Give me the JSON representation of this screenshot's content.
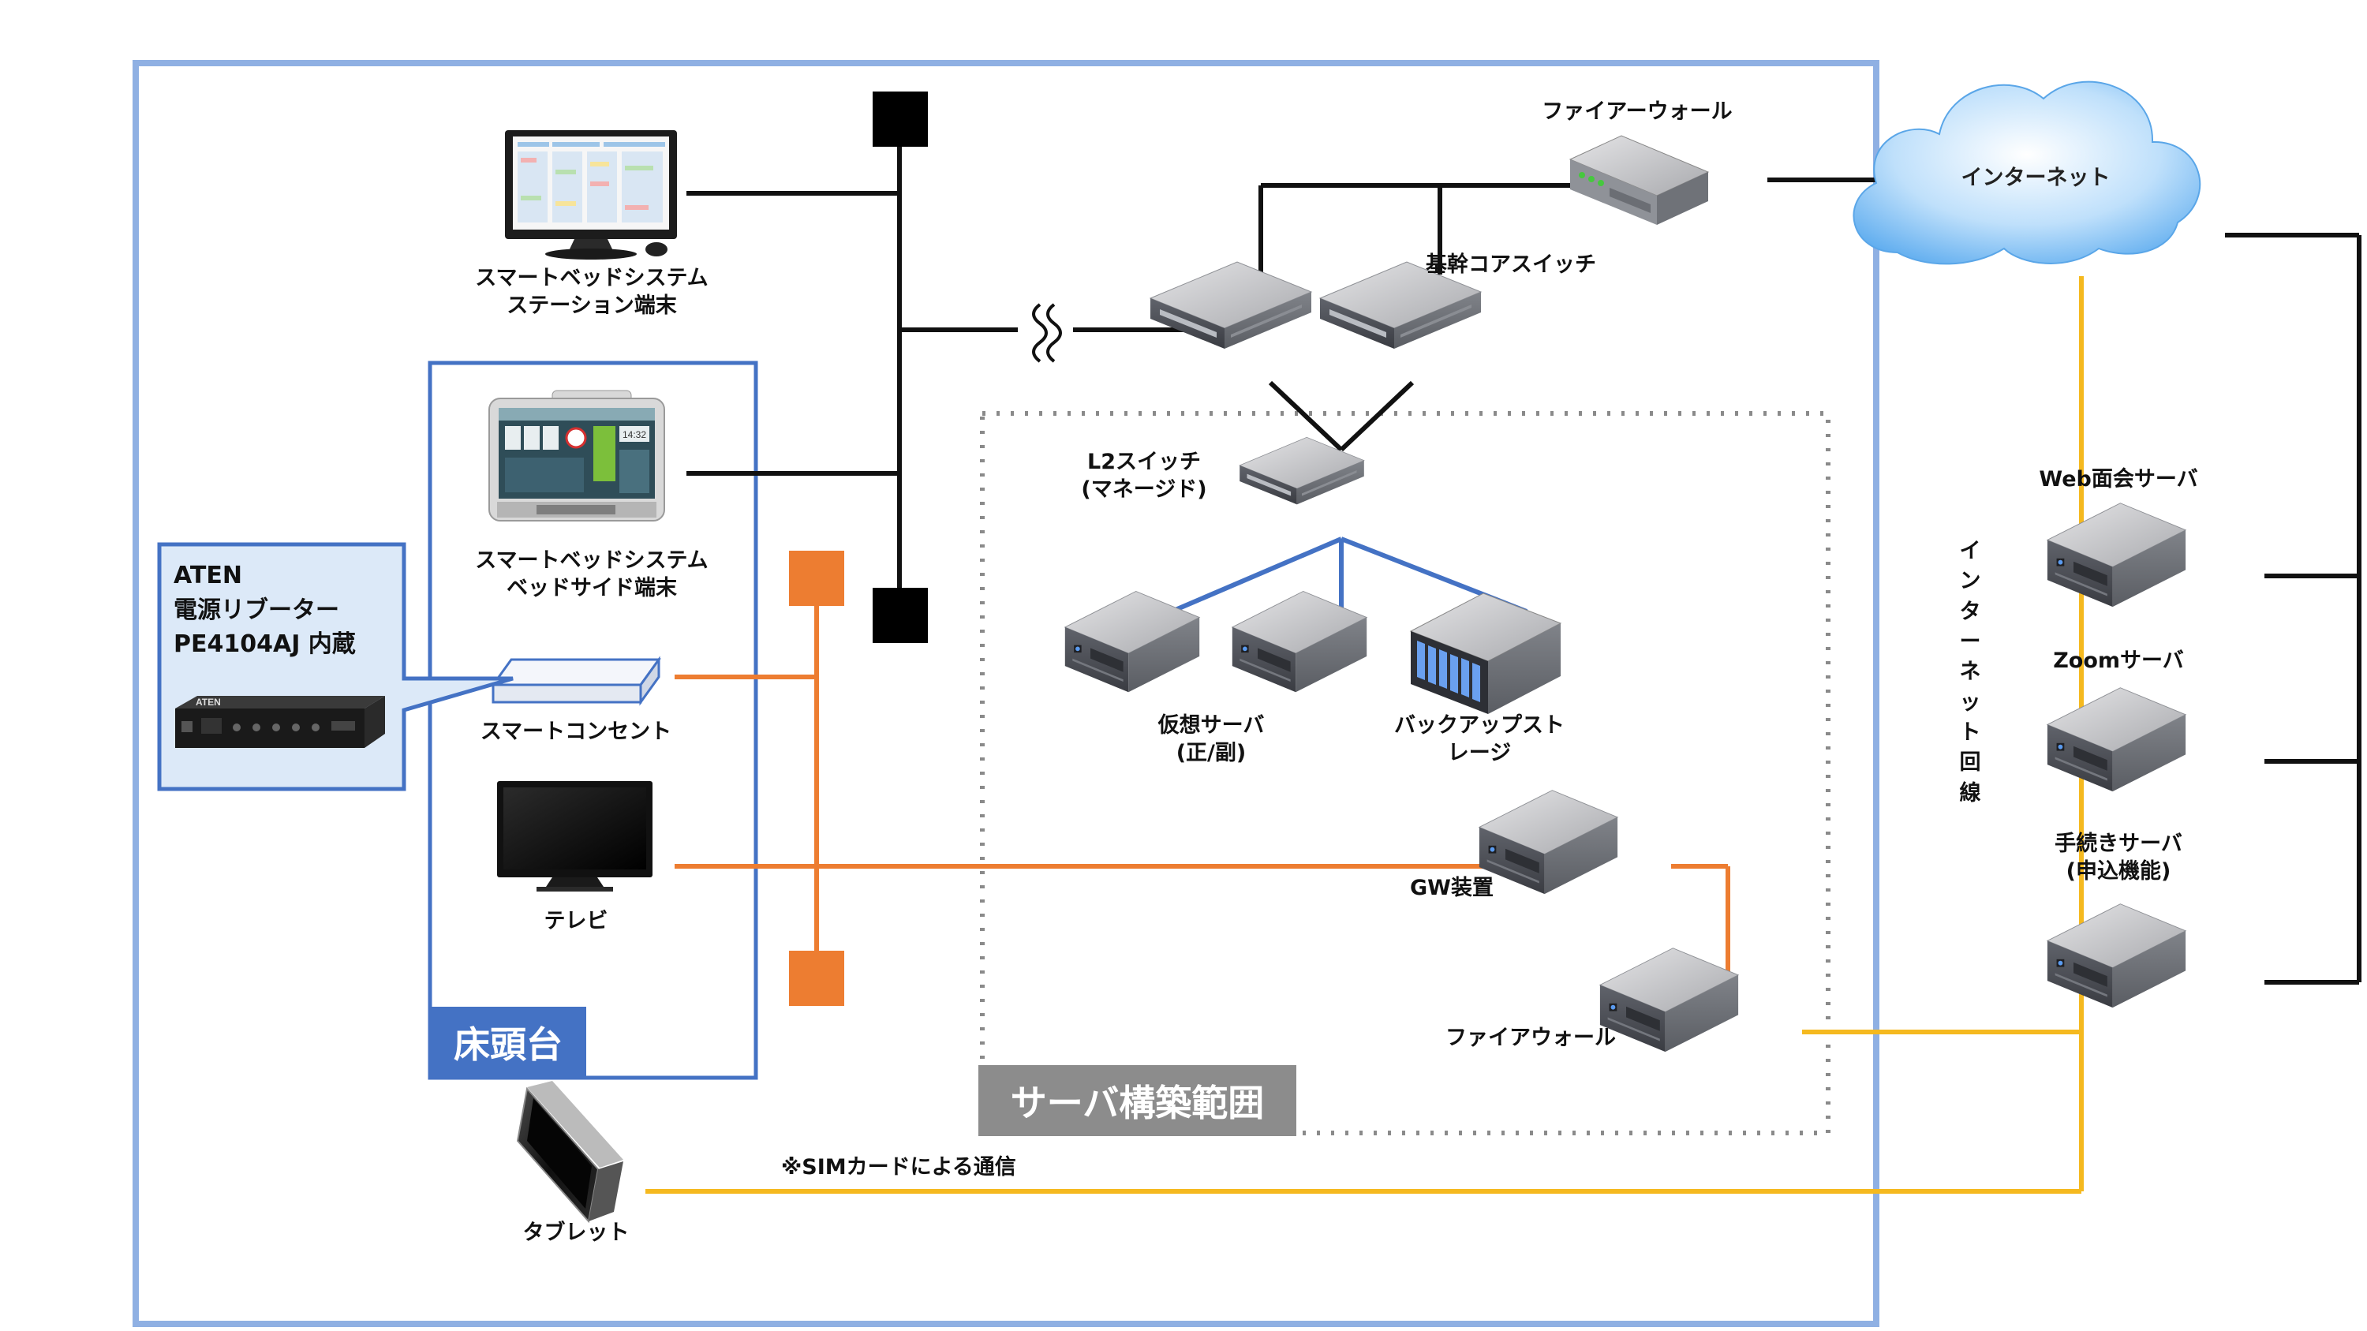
{
  "colors": {
    "frame_blue": "#8fb0e3",
    "bedside_blue": "#4472c4",
    "callout_fill": "#dce9f8",
    "black_line": "#111111",
    "blue_line": "#4472c4",
    "orange_line": "#ed7d31",
    "yellow_line": "#f5b91f",
    "dotted_gray": "#8a8a8a",
    "server_tag_gray": "#8c8c8c"
  },
  "regions": {
    "bedside_label": "床頭台",
    "server_scope_label": "サーバ構築範囲"
  },
  "callout": {
    "line1": "ATEN",
    "line2": "電源リブーター",
    "line3": "PE4104AJ 内蔵",
    "device_icon": "aten-pe4104aj-device-icon",
    "device_brand": "ATEN"
  },
  "nodes": {
    "station_terminal": {
      "line1": "スマートベッドシステム",
      "line2": "ステーション端末",
      "icon": "desktop-monitor-icon"
    },
    "bedside_terminal": {
      "line1": "スマートベッドシステム",
      "line2": "ベッドサイド端末",
      "icon": "bedside-terminal-icon"
    },
    "smart_outlet": {
      "label": "スマートコンセント",
      "icon": "smart-outlet-icon"
    },
    "tv": {
      "label": "テレビ",
      "icon": "tv-icon"
    },
    "tablet": {
      "label": "タブレット",
      "icon": "tablet-icon"
    },
    "firewall_top": {
      "label": "ファイアーウォール",
      "icon": "firewall-appliance-icon"
    },
    "internet": {
      "label": "インターネット",
      "icon": "cloud-icon"
    },
    "core_switch": {
      "label": "基幹コアスイッチ",
      "icon": "core-switch-icon"
    },
    "l2_switch": {
      "line1": "L2スイッチ",
      "line2": "(マネージド)",
      "icon": "l2-switch-icon"
    },
    "virtual_server": {
      "line1": "仮想サーバ",
      "line2": "(正/副)",
      "icon": "server-icon"
    },
    "backup_storage": {
      "line1": "バックアップスト",
      "line2": "レージ",
      "icon": "storage-array-icon"
    },
    "gw": {
      "label": "GW装置",
      "icon": "server-icon"
    },
    "firewall_bottom": {
      "label": "ファイアウォール",
      "icon": "server-icon"
    },
    "web_meeting_server": {
      "label": "Web面会サーバ",
      "icon": "server-icon"
    },
    "zoom_server": {
      "label": "Zoomサーバ",
      "icon": "server-icon"
    },
    "procedure_server": {
      "line1": "手続きサーバ",
      "line2": "(申込機能)",
      "icon": "server-icon"
    }
  },
  "connections": {
    "internet_line_label": [
      "イ",
      "ン",
      "タ",
      "ー",
      "ネ",
      "ッ",
      "ト",
      "回",
      "線"
    ],
    "sim_note": "※SIMカードによる通信"
  },
  "station_screen_text": {
    "time": "14:32"
  }
}
